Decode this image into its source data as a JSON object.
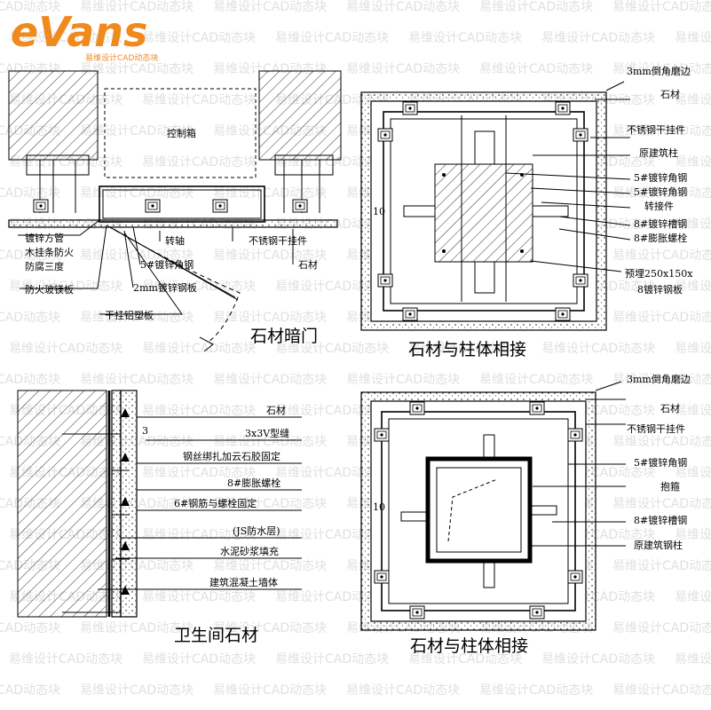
{
  "logo": {
    "brand": "eVans",
    "tagline": "易维设计CAD动态块"
  },
  "watermark_text": "易维设计CAD动态块",
  "panel_top_left": {
    "caption": "石材暗门",
    "labels": {
      "control_box": "控制箱",
      "galvanized_tube": "镀锌方管",
      "wood_fireproof": "木挂条防火",
      "anticorrosion": "防腐三度",
      "fire_board": "防火玻镁板",
      "rotation_axis": "转轴",
      "steel_hanger": "不锈钢干挂件",
      "angle_steel": "5#镀锌角钢",
      "stone": "石材",
      "steel_plate": "2mm镀锌钢板",
      "aluminum_board": "干挂铝塑板"
    }
  },
  "panel_top_right": {
    "caption": "石材与柱体相接",
    "dimension": "10",
    "labels": {
      "chamfer": "3mm倒角磨边",
      "stone": "石材",
      "steel_hanger": "不锈钢干挂件",
      "original_column": "原建筑柱",
      "angle_steel_1": "5#镀锌角钢",
      "angle_steel_2": "5#镀锌角钢",
      "adapter": "转接件",
      "channel_steel": "8#镀锌槽钢",
      "expansion_bolt": "8#膨胀螺栓",
      "embedded_1": "预埋250x150x",
      "embedded_2": "8镀锌钢板"
    }
  },
  "panel_bottom_left": {
    "caption": "卫生间石材",
    "dimension": "3",
    "labels": {
      "stone": "石材",
      "joint": "3x3V型缝",
      "wire_bind": "钢丝绑扎加云石胶固定",
      "expansion_bolt": "8#膨胀螺栓",
      "rebar": "6#钢筋与螺栓固定",
      "waterproof": "(JS防水层)",
      "mortar": "水泥砂浆填充",
      "concrete_wall": "建筑混凝土墙体"
    }
  },
  "panel_bottom_right": {
    "caption": "石材与柱体相接",
    "dimension": "10",
    "labels": {
      "chamfer": "3mm倒角磨边",
      "stone": "石材",
      "steel_hanger": "不锈钢干挂件",
      "angle_steel": "5#镀锌角钢",
      "hoop": "抱箍",
      "channel_steel": "8#镀锌槽钢",
      "steel_column": "原建筑钢柱"
    }
  }
}
